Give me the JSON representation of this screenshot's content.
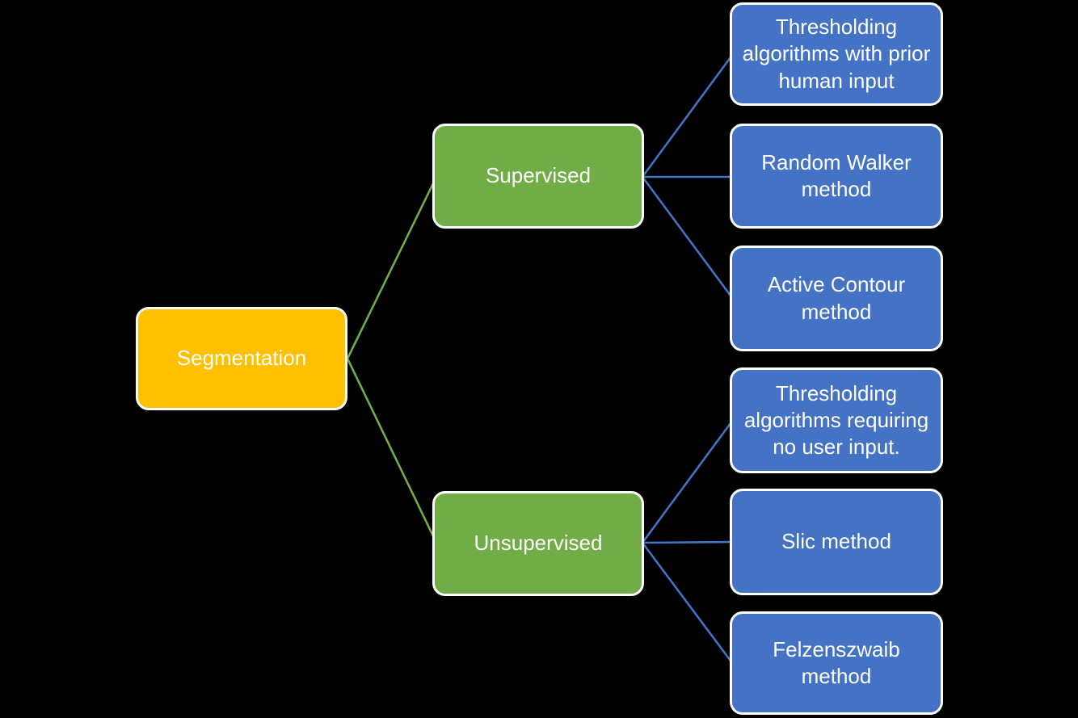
{
  "diagram": {
    "background_color": "#000000",
    "text_color": "#FFFFFF",
    "border_color": "#FFFFFF",
    "nodes": {
      "segmentation": {
        "label": "Segmentation",
        "color": "#FFC000",
        "level": "root"
      },
      "supervised": {
        "label": "Supervised",
        "color": "#70AD47",
        "level": "branch"
      },
      "unsupervised": {
        "label": "Unsupervised",
        "color": "#70AD47",
        "level": "branch"
      },
      "thresholding_prior": {
        "label": "Thresholding\nalgorithms with prior\nhuman input",
        "color": "#4472C4",
        "level": "leaf"
      },
      "random_walker": {
        "label": "Random Walker\nmethod",
        "color": "#4472C4",
        "level": "leaf"
      },
      "active_contour": {
        "label": "Active Contour\nmethod",
        "color": "#4472C4",
        "level": "leaf"
      },
      "thresholding_nouser": {
        "label": "Thresholding\nalgorithms requiring\nno user input.",
        "color": "#4472C4",
        "level": "leaf"
      },
      "slic": {
        "label": "Slic method",
        "color": "#4472C4",
        "level": "leaf"
      },
      "felzenszwaib": {
        "label": "Felzenszwaib\nmethod",
        "color": "#4472C4",
        "level": "leaf"
      }
    },
    "edges": [
      {
        "from": "segmentation",
        "to": "supervised",
        "color": "#70AD47"
      },
      {
        "from": "segmentation",
        "to": "unsupervised",
        "color": "#70AD47"
      },
      {
        "from": "supervised",
        "to": "thresholding_prior",
        "color": "#4472C4"
      },
      {
        "from": "supervised",
        "to": "random_walker",
        "color": "#4472C4"
      },
      {
        "from": "supervised",
        "to": "active_contour",
        "color": "#4472C4"
      },
      {
        "from": "unsupervised",
        "to": "thresholding_nouser",
        "color": "#4472C4"
      },
      {
        "from": "unsupervised",
        "to": "slic",
        "color": "#4472C4"
      },
      {
        "from": "unsupervised",
        "to": "felzenszwaib",
        "color": "#4472C4"
      }
    ]
  }
}
